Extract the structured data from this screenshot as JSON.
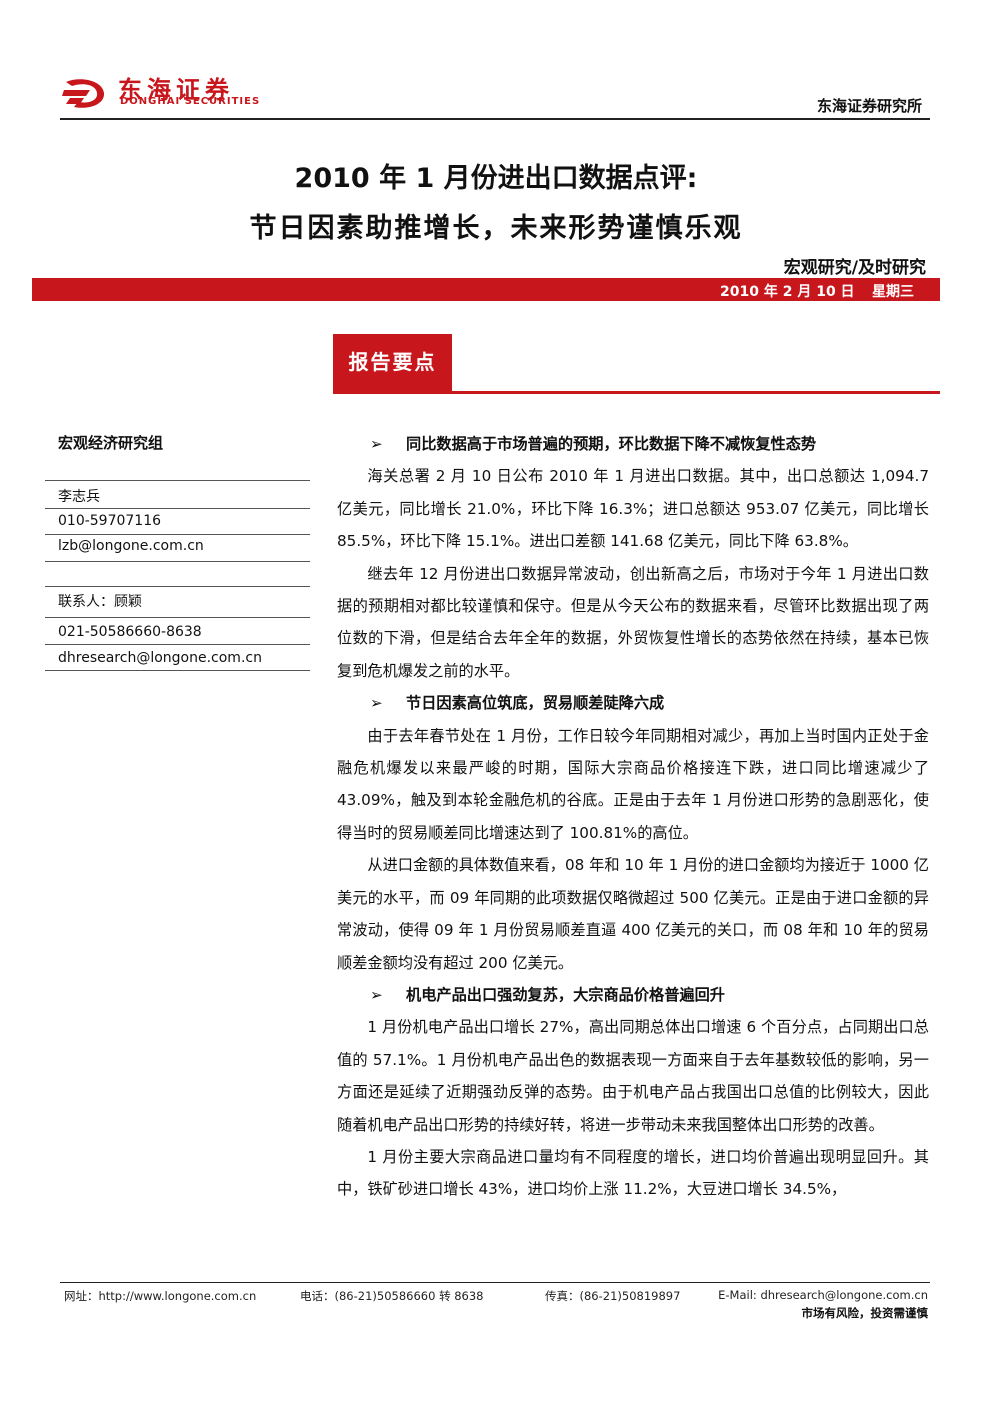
{
  "header": {
    "logo_cn": "东海证券",
    "logo_en": "DONGHAI SECURITIES",
    "institute": "东海证券研究所"
  },
  "title": {
    "line1": "2010 年 1 月份进出口数据点评:",
    "line2": "节日因素助推增长，未来形势谨慎乐观"
  },
  "category": "宏观研究/及时研究",
  "date_bar": {
    "date": "2010 年 2 月 10 日",
    "weekday": "星期三"
  },
  "section_title": "报告要点",
  "sidebar": {
    "group": "宏观经济研究组",
    "analyst": {
      "name": "李志兵",
      "phone": "010-59707116",
      "email": "lzb@longone.com.cn"
    },
    "contact": {
      "label": "联系人：顾颖",
      "phone": "021-50586660-8638",
      "email": "dhresearch@longone.com.cn"
    }
  },
  "body": [
    {
      "type": "bullet",
      "text": "同比数据高于市场普遍的预期，环比数据下降不减恢复性态势"
    },
    {
      "type": "para",
      "text": "海关总署 2 月 10 日公布 2010 年 1 月进出口数据。其中，出口总额达 1,094.7 亿美元，同比增长 21.0%，环比下降 16.3%；进口总额达 953.07 亿美元，同比增长 85.5%，环比下降 15.1%。进出口差额 141.68 亿美元，同比下降 63.8%。"
    },
    {
      "type": "para",
      "text": "继去年 12 月份进出口数据异常波动，创出新高之后，市场对于今年 1 月进出口数据的预期相对都比较谨慎和保守。但是从今天公布的数据来看，尽管环比数据出现了两位数的下滑，但是结合去年全年的数据，外贸恢复性增长的态势依然在持续，基本已恢复到危机爆发之前的水平。"
    },
    {
      "type": "bullet",
      "text": "节日因素高位筑底，贸易顺差陡降六成"
    },
    {
      "type": "para",
      "text": "由于去年春节处在 1 月份，工作日较今年同期相对减少，再加上当时国内正处于金融危机爆发以来最严峻的时期，国际大宗商品价格接连下跌，进口同比增速减少了 43.09%，触及到本轮金融危机的谷底。正是由于去年 1 月份进口形势的急剧恶化，使得当时的贸易顺差同比增速达到了 100.81%的高位。"
    },
    {
      "type": "para",
      "text": "从进口金额的具体数值来看，08 年和 10 年 1 月份的进口金额均为接近于 1000 亿美元的水平，而 09 年同期的此项数据仅略微超过 500 亿美元。正是由于进口金额的异常波动，使得 09 年 1 月份贸易顺差直逼 400 亿美元的关口，而 08 年和 10 年的贸易顺差金额均没有超过 200 亿美元。"
    },
    {
      "type": "bullet",
      "text": "机电产品出口强劲复苏，大宗商品价格普遍回升"
    },
    {
      "type": "para",
      "text": "1 月份机电产品出口增长 27%，高出同期总体出口增速 6 个百分点，占同期出口总值的 57.1%。1 月份机电产品出色的数据表现一方面来自于去年基数较低的影响，另一方面还是延续了近期强劲反弹的态势。由于机电产品占我国出口总值的比例较大，因此随着机电产品出口形势的持续好转，将进一步带动未来我国整体出口形势的改善。"
    },
    {
      "type": "para",
      "text": "1 月份主要大宗商品进口量均有不同程度的增长，进口均价普遍出现明显回升。其中，铁矿砂进口增长 43%，进口均价上涨 11.2%，大豆进口增长 34.5%，"
    }
  ],
  "footer": {
    "website": "网址：http://www.longone.com.cn",
    "phone": "电话：(86-21)50586660 转 8638",
    "fax": "传真：(86-21)50819897",
    "email": "E-Mail: dhresearch@longone.com.cn",
    "note": "市场有风险，投资需谨慎"
  }
}
